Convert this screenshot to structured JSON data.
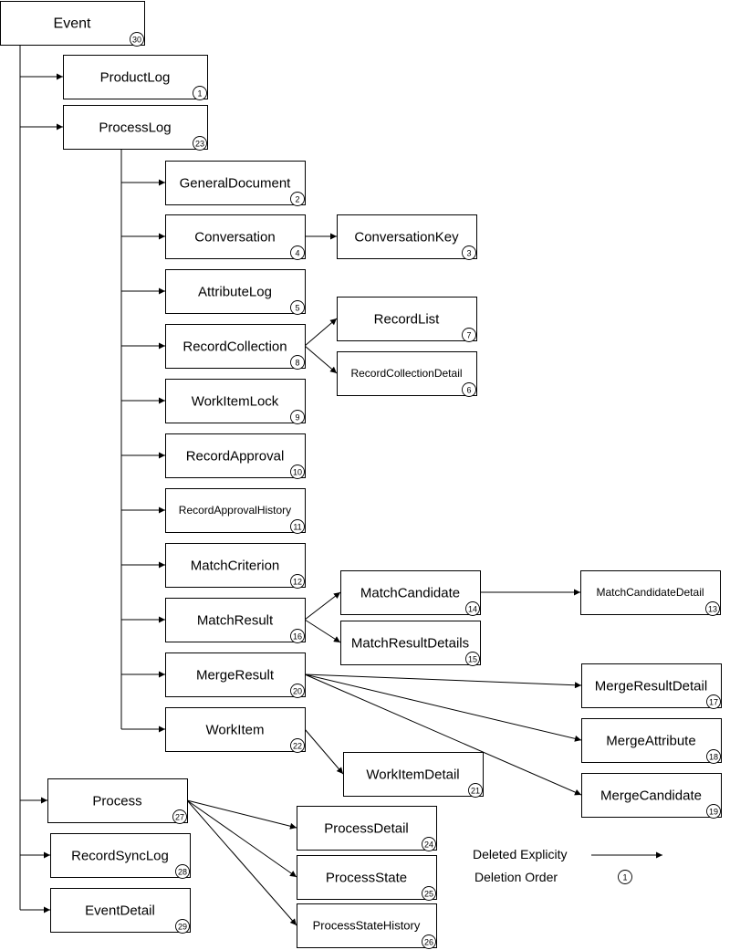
{
  "nodes": [
    {
      "id": "event",
      "label": "Event",
      "order": "30"
    },
    {
      "id": "productlog",
      "label": "ProductLog",
      "order": "1"
    },
    {
      "id": "processlog",
      "label": "ProcessLog",
      "order": "23"
    },
    {
      "id": "generaldocument",
      "label": "GeneralDocument",
      "order": "2"
    },
    {
      "id": "conversation",
      "label": "Conversation",
      "order": "4"
    },
    {
      "id": "conversationkey",
      "label": "ConversationKey",
      "order": "3"
    },
    {
      "id": "attributelog",
      "label": "AttributeLog",
      "order": "5"
    },
    {
      "id": "recordcollection",
      "label": "RecordCollection",
      "order": "8"
    },
    {
      "id": "recordlist",
      "label": "RecordList",
      "order": "7"
    },
    {
      "id": "recordcollectiondetail",
      "label": "RecordCollectionDetail",
      "order": "6"
    },
    {
      "id": "workitemlock",
      "label": "WorkItemLock",
      "order": "9"
    },
    {
      "id": "recordapproval",
      "label": "RecordApproval",
      "order": "10"
    },
    {
      "id": "recordapprovalhistory",
      "label": "RecordApprovalHistory",
      "order": "11"
    },
    {
      "id": "matchcriterion",
      "label": "MatchCriterion",
      "order": "12"
    },
    {
      "id": "matchresult",
      "label": "MatchResult",
      "order": "16"
    },
    {
      "id": "matchcandidate",
      "label": "MatchCandidate",
      "order": "14"
    },
    {
      "id": "matchcandidatedetail",
      "label": "MatchCandidateDetail",
      "order": "13"
    },
    {
      "id": "matchresultdetails",
      "label": "MatchResultDetails",
      "order": "15"
    },
    {
      "id": "mergeresult",
      "label": "MergeResult",
      "order": "20"
    },
    {
      "id": "mergeresultdetail",
      "label": "MergeResultDetail",
      "order": "17"
    },
    {
      "id": "mergeattribute",
      "label": "MergeAttribute",
      "order": "18"
    },
    {
      "id": "mergecandidate",
      "label": "MergeCandidate",
      "order": "19"
    },
    {
      "id": "workitem",
      "label": "WorkItem",
      "order": "22"
    },
    {
      "id": "workitemdetail",
      "label": "WorkItemDetail",
      "order": "21"
    },
    {
      "id": "process",
      "label": "Process",
      "order": "27"
    },
    {
      "id": "processdetail",
      "label": "ProcessDetail",
      "order": "24"
    },
    {
      "id": "processstate",
      "label": "ProcessState",
      "order": "25"
    },
    {
      "id": "processstatehistory",
      "label": "ProcessStateHistory",
      "order": "26"
    },
    {
      "id": "recordsynclog",
      "label": "RecordSyncLog",
      "order": "28"
    },
    {
      "id": "eventdetail",
      "label": "EventDetail",
      "order": "29"
    }
  ],
  "edges": [
    {
      "from": "event",
      "to": "productlog"
    },
    {
      "from": "event",
      "to": "processlog"
    },
    {
      "from": "event",
      "to": "process"
    },
    {
      "from": "event",
      "to": "recordsynclog"
    },
    {
      "from": "event",
      "to": "eventdetail"
    },
    {
      "from": "processlog",
      "to": "generaldocument"
    },
    {
      "from": "processlog",
      "to": "conversation"
    },
    {
      "from": "processlog",
      "to": "attributelog"
    },
    {
      "from": "processlog",
      "to": "recordcollection"
    },
    {
      "from": "processlog",
      "to": "workitemlock"
    },
    {
      "from": "processlog",
      "to": "recordapproval"
    },
    {
      "from": "processlog",
      "to": "recordapprovalhistory"
    },
    {
      "from": "processlog",
      "to": "matchcriterion"
    },
    {
      "from": "processlog",
      "to": "matchresult"
    },
    {
      "from": "processlog",
      "to": "mergeresult"
    },
    {
      "from": "processlog",
      "to": "workitem"
    },
    {
      "from": "conversation",
      "to": "conversationkey"
    },
    {
      "from": "recordcollection",
      "to": "recordlist"
    },
    {
      "from": "recordcollection",
      "to": "recordcollectiondetail"
    },
    {
      "from": "matchresult",
      "to": "matchcandidate"
    },
    {
      "from": "matchresult",
      "to": "matchresultdetails"
    },
    {
      "from": "matchcandidate",
      "to": "matchcandidatedetail"
    },
    {
      "from": "mergeresult",
      "to": "mergeresultdetail"
    },
    {
      "from": "mergeresult",
      "to": "mergeattribute"
    },
    {
      "from": "mergeresult",
      "to": "mergecandidate"
    },
    {
      "from": "workitem",
      "to": "workitemdetail"
    },
    {
      "from": "process",
      "to": "processdetail"
    },
    {
      "from": "process",
      "to": "processstate"
    },
    {
      "from": "process",
      "to": "processstatehistory"
    }
  ],
  "legend": {
    "deleted_label": "Deleted Explicity",
    "order_label": "Deletion Order",
    "order_sample": "1"
  }
}
